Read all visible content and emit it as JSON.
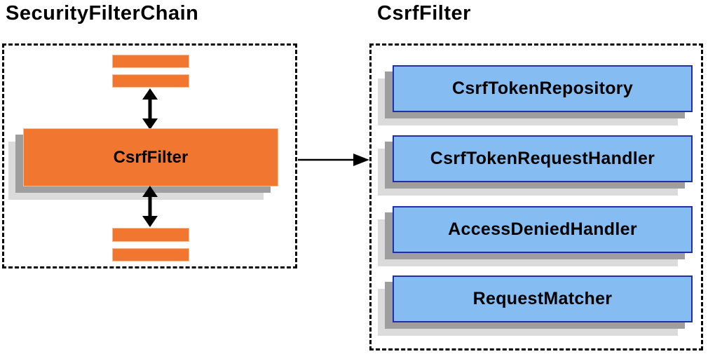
{
  "left_panel": {
    "title": "SecurityFilterChain",
    "filter_box_label": "CsrfFilter"
  },
  "right_panel": {
    "title": "CsrfFilter",
    "components": [
      "CsrfTokenRepository",
      "CsrfTokenRequestHandler",
      "AccessDeniedHandler",
      "RequestMatcher"
    ]
  },
  "icons": {
    "top_connector": "double-headed-vertical-arrow-icon",
    "bottom_connector": "double-headed-vertical-arrow-icon",
    "link_connector": "right-arrow-icon",
    "filter_placeholders": "orange-bar-pair"
  },
  "colors": {
    "orange_fill": "#F1762F",
    "blue_fill": "#85BDF2",
    "blue_border": "#1F2EA9",
    "shadow_dark": "#9E9E9E",
    "shadow_light": "#DBDBDB",
    "dashed_outline": "#000000",
    "text": "#000000"
  }
}
